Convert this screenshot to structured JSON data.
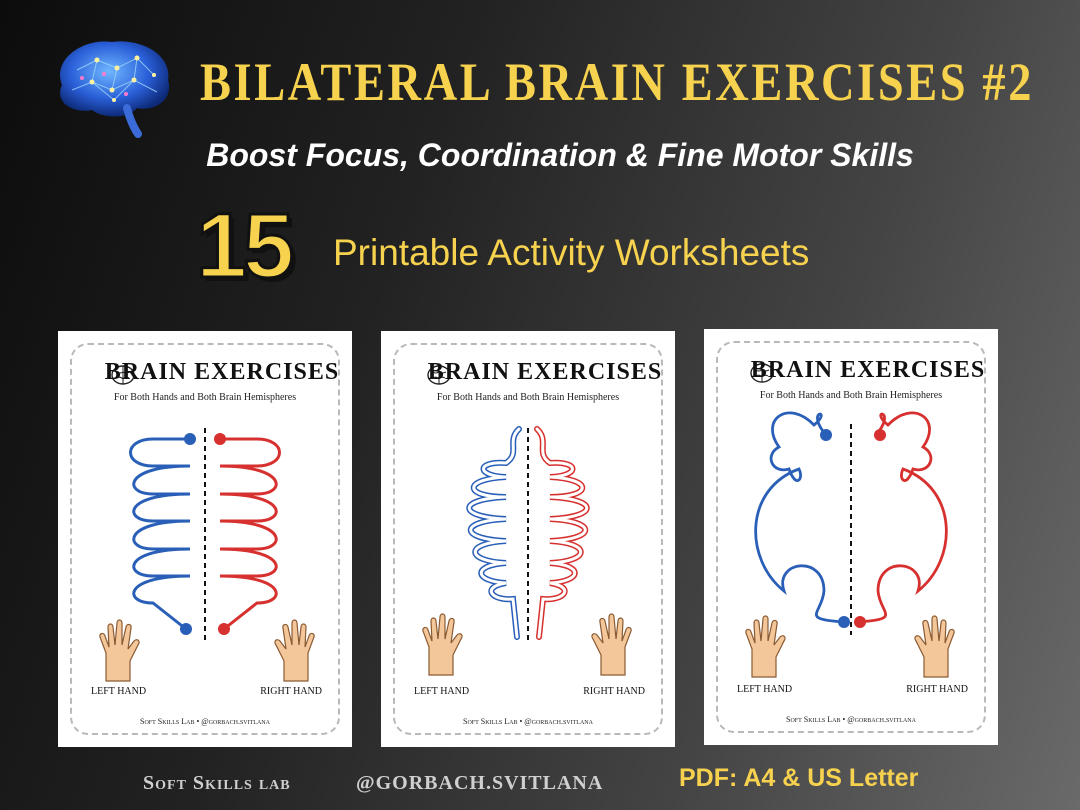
{
  "header": {
    "title": "BILATERAL BRAIN EXERCISES #2",
    "subtitle": "Boost Focus, Coordination & Fine Motor Skills",
    "count": "15",
    "count_label": "Printable Activity Worksheets"
  },
  "worksheets": [
    {
      "title": "BRAIN EXERCISES",
      "subtitle": "For Both Hands and Both Brain Hemispheres",
      "left_label": "LEFT HAND",
      "right_label": "RIGHT HAND",
      "credit": "Soft Skills Lab  •  @gorbach.svitlana"
    },
    {
      "title": "BRAIN EXERCISES",
      "subtitle": "For Both Hands and Both Brain Hemispheres",
      "left_label": "LEFT HAND",
      "right_label": "RIGHT HAND",
      "credit": "Soft Skills Lab  •  @gorbach.svitlana"
    },
    {
      "title": "BRAIN EXERCISES",
      "subtitle": "For Both Hands and Both Brain Hemispheres",
      "left_label": "LEFT HAND",
      "right_label": "RIGHT HAND",
      "credit": "Soft Skills Lab  •  @gorbach.svitlana"
    }
  ],
  "footer": {
    "brand": "Soft Skills lab",
    "handle": "@GORBACH.SVITLANA",
    "formats": "PDF: A4 & US Letter"
  },
  "colors": {
    "accent": "#f7d24e",
    "left_line": "#2a5fb8",
    "right_line": "#d6302f"
  },
  "icons": [
    "brain-icon",
    "left-hand-icon",
    "right-hand-icon"
  ]
}
